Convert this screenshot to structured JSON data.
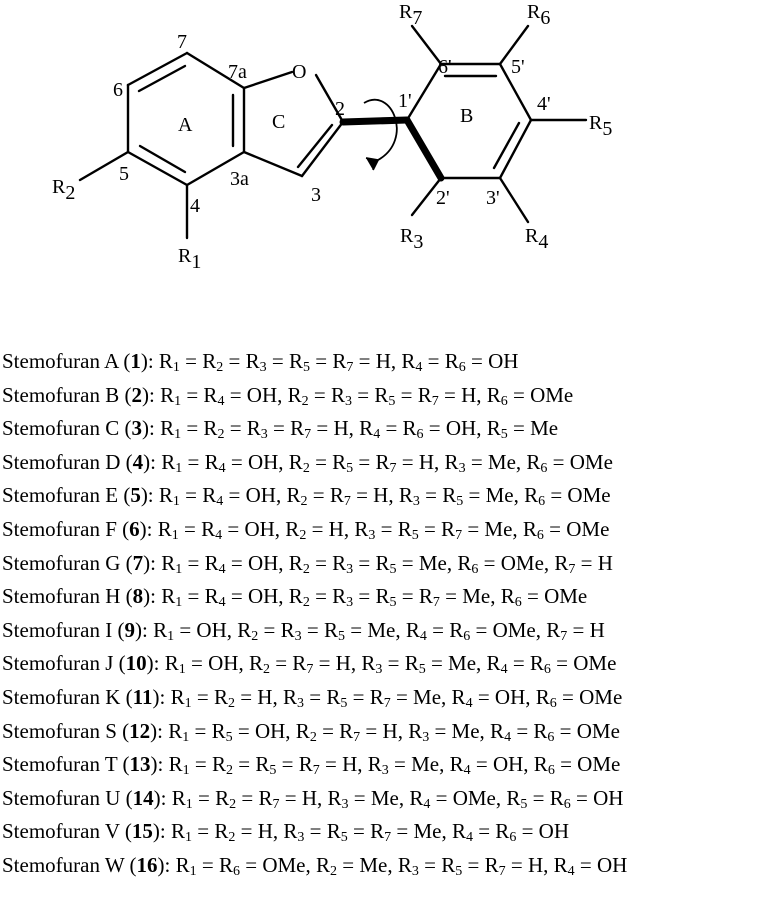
{
  "atom_labels": {
    "ring_A": "A",
    "ring_B": "B",
    "ring_C": "C",
    "oxygen": "O",
    "c7": "7",
    "c7a": "7a",
    "c6": "6",
    "c5": "5",
    "c4": "4",
    "c3a": "3a",
    "c3": "3",
    "c2": "2",
    "c1p": "1'",
    "c2p": "2'",
    "c3p": "3'",
    "c4p": "4'",
    "c5p": "5'",
    "c6p": "6'"
  },
  "substituents": [
    {
      "id": "r1",
      "base": "R",
      "sub": "1"
    },
    {
      "id": "r2",
      "base": "R",
      "sub": "2"
    },
    {
      "id": "r3",
      "base": "R",
      "sub": "3"
    },
    {
      "id": "r4",
      "base": "R",
      "sub": "4"
    },
    {
      "id": "r5",
      "base": "R",
      "sub": "5"
    },
    {
      "id": "r6",
      "base": "R",
      "sub": "6"
    },
    {
      "id": "r7",
      "base": "R",
      "sub": "7"
    }
  ],
  "compounds": [
    {
      "name": "Stemofuran A",
      "number": "1",
      "assign": [
        {
          "r": [
            "1",
            "2",
            "3",
            "5",
            "7"
          ],
          "v": "H"
        },
        {
          "r": [
            "4",
            "6"
          ],
          "v": "OH"
        }
      ]
    },
    {
      "name": "Stemofuran B",
      "number": "2",
      "assign": [
        {
          "r": [
            "1",
            "4"
          ],
          "v": "OH"
        },
        {
          "r": [
            "2",
            "3",
            "5",
            "7"
          ],
          "v": "H"
        },
        {
          "r": [
            "6"
          ],
          "v": "OMe"
        }
      ]
    },
    {
      "name": "Stemofuran C",
      "number": "3",
      "assign": [
        {
          "r": [
            "1",
            "2",
            "3",
            "7"
          ],
          "v": "H"
        },
        {
          "r": [
            "4",
            "6"
          ],
          "v": "OH"
        },
        {
          "r": [
            "5"
          ],
          "v": "Me"
        }
      ]
    },
    {
      "name": "Stemofuran D",
      "number": "4",
      "assign": [
        {
          "r": [
            "1",
            "4"
          ],
          "v": "OH"
        },
        {
          "r": [
            "2",
            "5",
            "7"
          ],
          "v": "H"
        },
        {
          "r": [
            "3"
          ],
          "v": "Me"
        },
        {
          "r": [
            "6"
          ],
          "v": "OMe"
        }
      ]
    },
    {
      "name": "Stemofuran E",
      "number": "5",
      "assign": [
        {
          "r": [
            "1",
            "4"
          ],
          "v": "OH"
        },
        {
          "r": [
            "2",
            "7"
          ],
          "v": "H"
        },
        {
          "r": [
            "3",
            "5"
          ],
          "v": "Me"
        },
        {
          "r": [
            "6"
          ],
          "v": "OMe"
        }
      ]
    },
    {
      "name": "Stemofuran F",
      "number": "6",
      "assign": [
        {
          "r": [
            "1",
            "4"
          ],
          "v": "OH"
        },
        {
          "r": [
            "2"
          ],
          "v": "H"
        },
        {
          "r": [
            "3",
            "5",
            "7"
          ],
          "v": "Me"
        },
        {
          "r": [
            "6"
          ],
          "v": "OMe"
        }
      ]
    },
    {
      "name": "Stemofuran G",
      "number": "7",
      "assign": [
        {
          "r": [
            "1",
            "4"
          ],
          "v": "OH"
        },
        {
          "r": [
            "2",
            "3",
            "5"
          ],
          "v": "Me"
        },
        {
          "r": [
            "6"
          ],
          "v": "OMe"
        },
        {
          "r": [
            "7"
          ],
          "v": "H"
        }
      ]
    },
    {
      "name": "Stemofuran H",
      "number": "8",
      "assign": [
        {
          "r": [
            "1",
            "4"
          ],
          "v": "OH"
        },
        {
          "r": [
            "2",
            "3",
            "5",
            "7"
          ],
          "v": "Me"
        },
        {
          "r": [
            "6"
          ],
          "v": "OMe"
        }
      ]
    },
    {
      "name": "Stemofuran I",
      "number": "9",
      "assign": [
        {
          "r": [
            "1"
          ],
          "v": "OH"
        },
        {
          "r": [
            "2",
            "3",
            "5"
          ],
          "v": "Me"
        },
        {
          "r": [
            "4",
            "6"
          ],
          "v": "OMe"
        },
        {
          "r": [
            "7"
          ],
          "v": "H"
        }
      ]
    },
    {
      "name": "Stemofuran J",
      "number": "10",
      "assign": [
        {
          "r": [
            "1"
          ],
          "v": "OH"
        },
        {
          "r": [
            "2",
            "7"
          ],
          "v": "H"
        },
        {
          "r": [
            "3",
            "5"
          ],
          "v": "Me"
        },
        {
          "r": [
            "4",
            "6"
          ],
          "v": "OMe"
        }
      ]
    },
    {
      "name": "Stemofuran K",
      "number": "11",
      "assign": [
        {
          "r": [
            "1",
            "2"
          ],
          "v": "H"
        },
        {
          "r": [
            "3",
            "5",
            "7"
          ],
          "v": "Me"
        },
        {
          "r": [
            "4"
          ],
          "v": "OH"
        },
        {
          "r": [
            "6"
          ],
          "v": "OMe"
        }
      ]
    },
    {
      "name": "Stemofuran S",
      "number": "12",
      "assign": [
        {
          "r": [
            "1",
            "5"
          ],
          "v": "OH"
        },
        {
          "r": [
            "2",
            "7"
          ],
          "v": "H"
        },
        {
          "r": [
            "3"
          ],
          "v": "Me"
        },
        {
          "r": [
            "4",
            "6"
          ],
          "v": "OMe"
        }
      ]
    },
    {
      "name": "Stemofuran T",
      "number": "13",
      "assign": [
        {
          "r": [
            "1",
            "2",
            "5",
            "7"
          ],
          "v": "H"
        },
        {
          "r": [
            "3"
          ],
          "v": "Me"
        },
        {
          "r": [
            "4"
          ],
          "v": "OH"
        },
        {
          "r": [
            "6"
          ],
          "v": "OMe"
        }
      ]
    },
    {
      "name": "Stemofuran U",
      "number": "14",
      "assign": [
        {
          "r": [
            "1",
            "2",
            "7"
          ],
          "v": "H"
        },
        {
          "r": [
            "3"
          ],
          "v": "Me"
        },
        {
          "r": [
            "4"
          ],
          "v": "OMe"
        },
        {
          "r": [
            "5",
            "6"
          ],
          "v": "OH"
        }
      ]
    },
    {
      "name": "Stemofuran V",
      "number": "15",
      "assign": [
        {
          "r": [
            "1",
            "2"
          ],
          "v": "H"
        },
        {
          "r": [
            "3",
            "5",
            "7"
          ],
          "v": "Me"
        },
        {
          "r": [
            "4",
            "6"
          ],
          "v": "OH"
        }
      ]
    },
    {
      "name": "Stemofuran W",
      "number": "16",
      "assign": [
        {
          "r": [
            "1",
            "6"
          ],
          "v": "OMe"
        },
        {
          "r": [
            "2"
          ],
          "v": "Me"
        },
        {
          "r": [
            "3",
            "5",
            "7"
          ],
          "v": "H"
        },
        {
          "r": [
            "4"
          ],
          "v": "OH"
        }
      ]
    }
  ]
}
